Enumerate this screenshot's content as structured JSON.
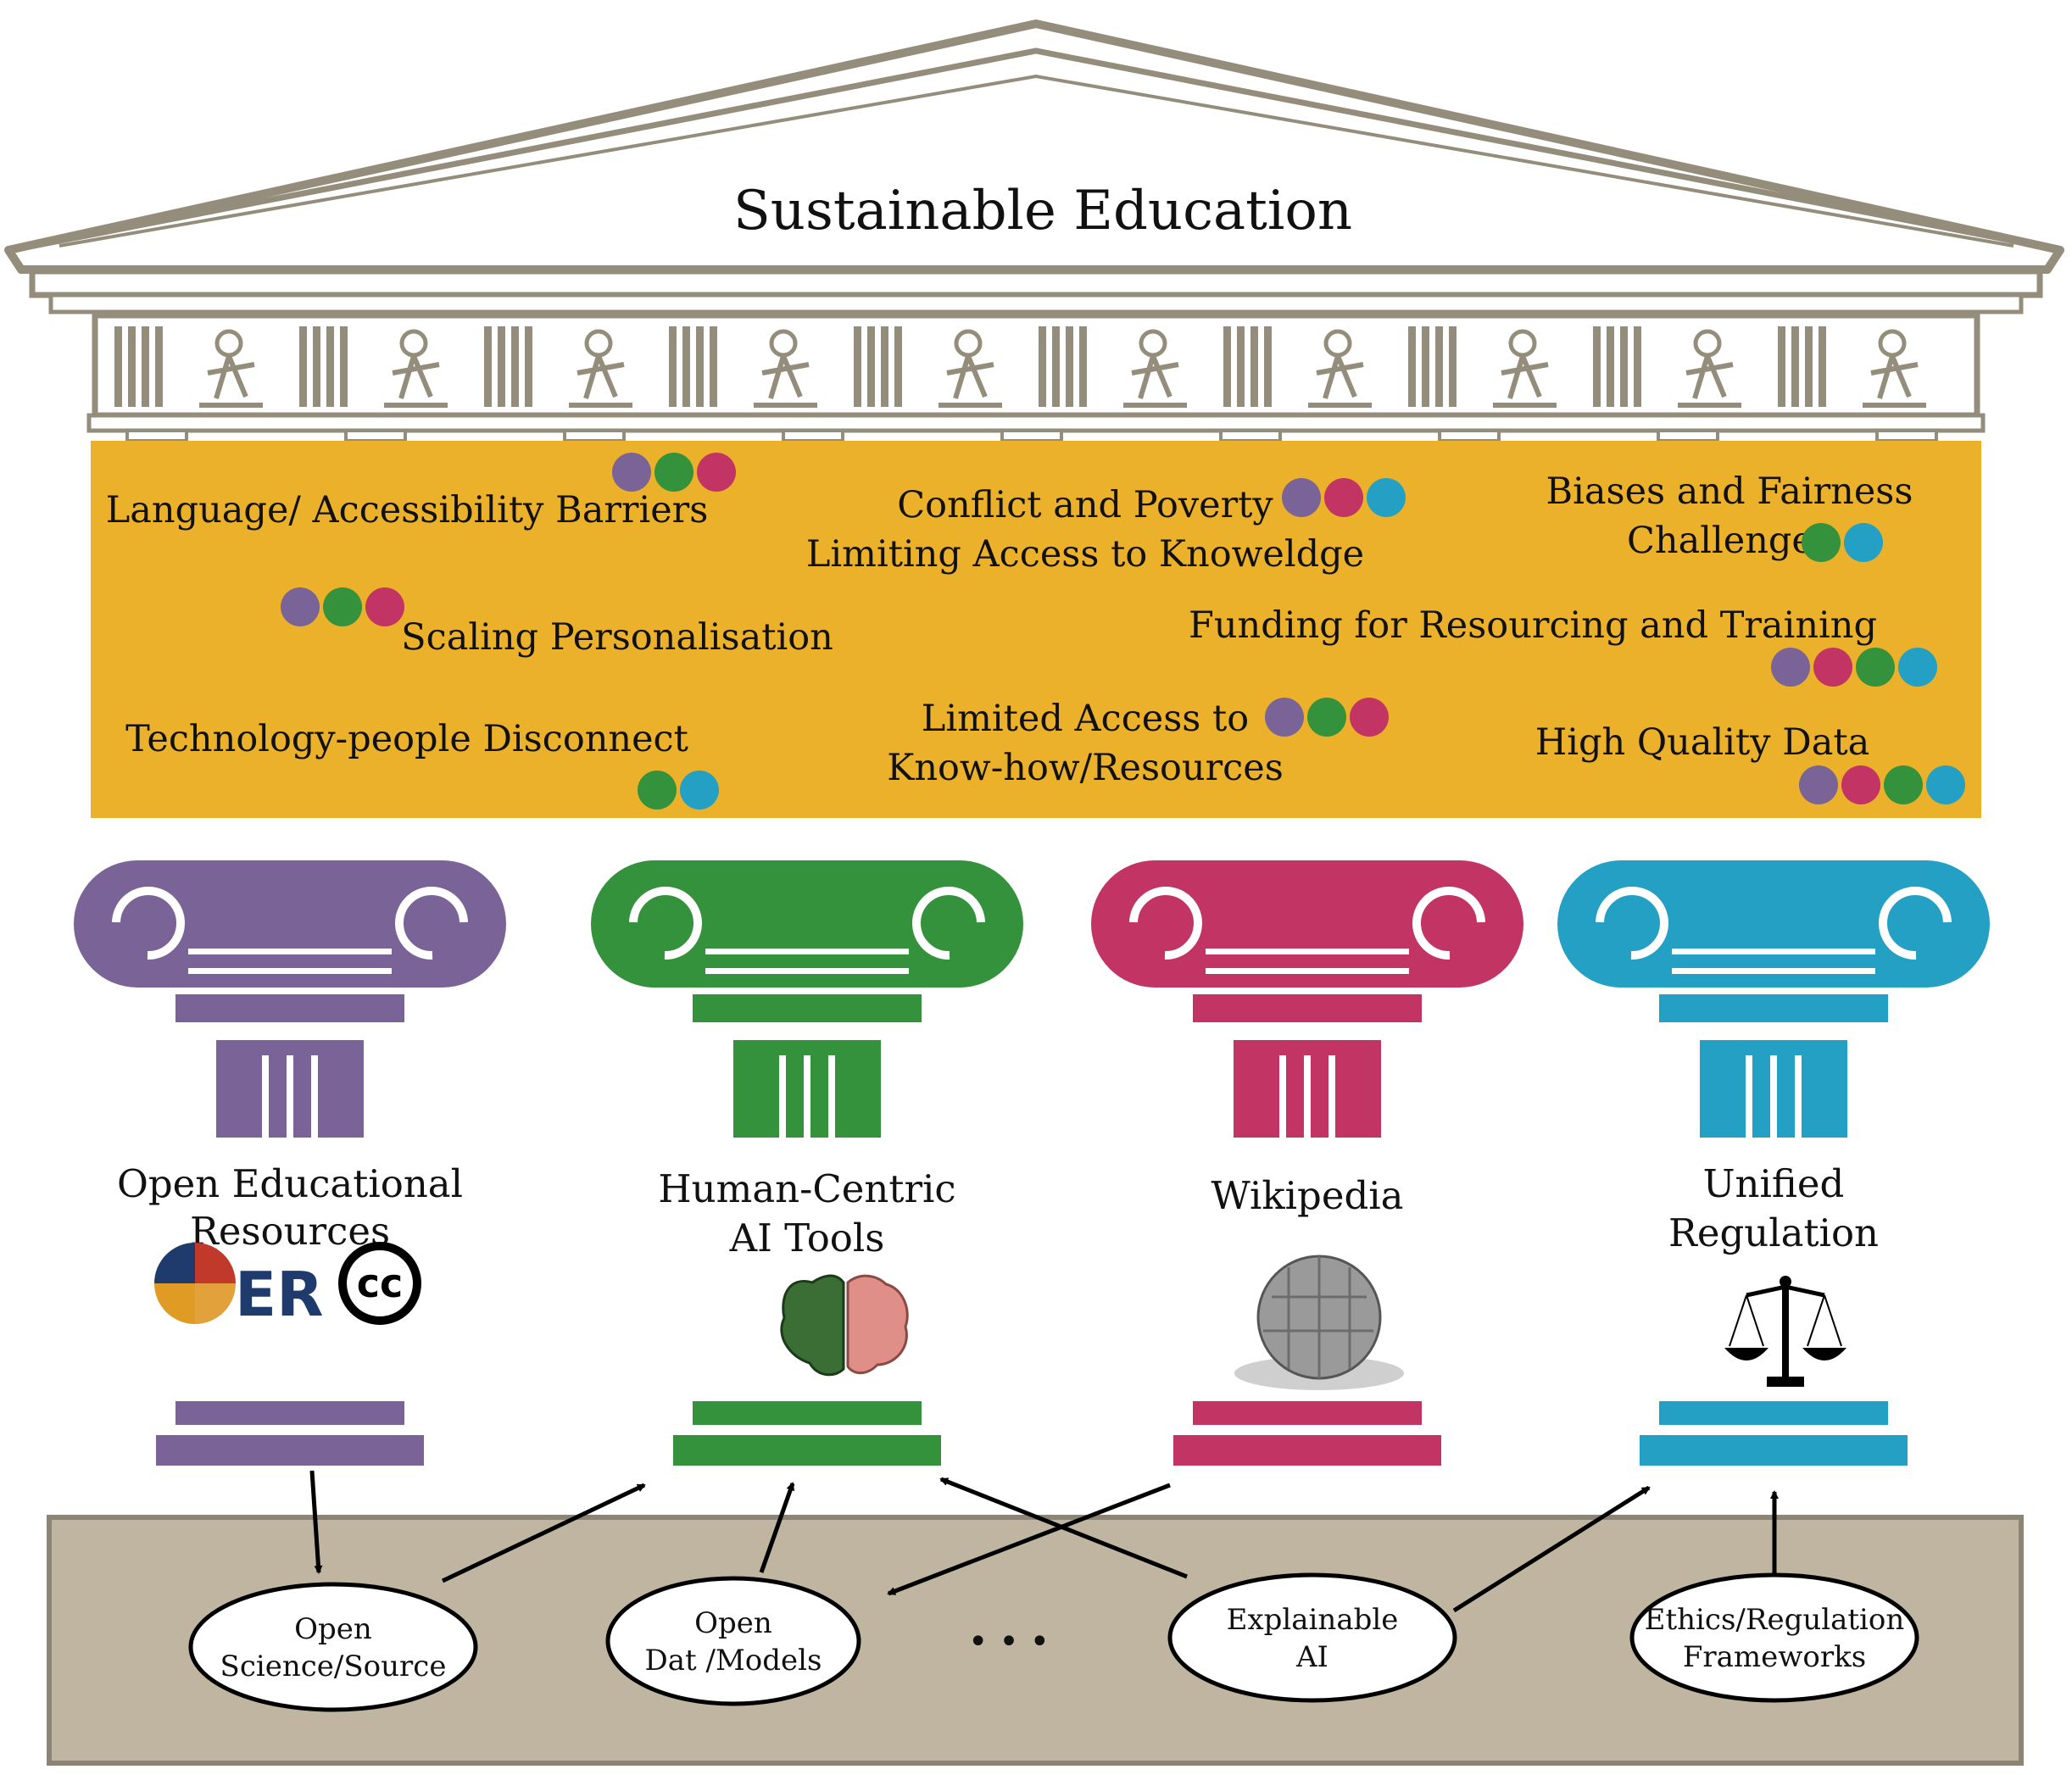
{
  "title": "Sustainable Education",
  "colors": {
    "purple": "#7a6397",
    "green": "#34913c",
    "crimson": "#c13463",
    "teal": "#23a0c3",
    "band": "#ebb12b",
    "stone": "#958d7b",
    "ground": "#bfb5a1"
  },
  "challenges": [
    {
      "lines": [
        "Language/ Accessibility Barriers"
      ],
      "dots": [
        "purple",
        "green",
        "crimson"
      ]
    },
    {
      "lines": [
        "Conflict and Poverty",
        "Limiting Access to Knoweldge"
      ],
      "dots": [
        "purple",
        "crimson",
        "teal"
      ]
    },
    {
      "lines": [
        "Biases and Fairness",
        "Challenges"
      ],
      "dots": [
        "green",
        "teal"
      ]
    },
    {
      "lines": [
        "Scaling Personalisation"
      ],
      "dots": [
        "purple",
        "green",
        "crimson"
      ]
    },
    {
      "lines": [
        "Funding for Resourcing and Training"
      ],
      "dots": [
        "purple",
        "crimson",
        "green",
        "teal"
      ]
    },
    {
      "lines": [
        "Technology-people Disconnect"
      ],
      "dots": [
        "green",
        "teal"
      ]
    },
    {
      "lines": [
        "Limited Access to",
        "Know-how/Resources"
      ],
      "dots": [
        "purple",
        "green",
        "crimson"
      ]
    },
    {
      "lines": [
        "High Quality Data"
      ],
      "dots": [
        "purple",
        "crimson",
        "green",
        "teal"
      ]
    }
  ],
  "pillars": [
    {
      "label": [
        "Open Educational",
        "Resources"
      ],
      "color": "purple",
      "icons": [
        "oer-logo-icon",
        "creative-commons-icon"
      ],
      "logo_text": [
        "ER",
        "cc"
      ]
    },
    {
      "label": [
        "Human-Centric",
        "AI Tools"
      ],
      "color": "green",
      "icons": [
        "brain-circuit-icon"
      ]
    },
    {
      "label": [
        "Wikipedia"
      ],
      "color": "crimson",
      "icons": [
        "wikipedia-globe-icon"
      ]
    },
    {
      "label": [
        "Unified",
        "Regulation"
      ],
      "color": "teal",
      "icons": [
        "scales-of-justice-icon"
      ]
    }
  ],
  "foundations": [
    {
      "lines": [
        "Open",
        "Science/Source"
      ]
    },
    {
      "lines": [
        "Open",
        "Dat  /Models"
      ]
    },
    {
      "lines": [
        "Explainable",
        "AI"
      ]
    },
    {
      "lines": [
        "Ethics/Regulation",
        "Frameworks"
      ]
    }
  ],
  "ellipsis": "• • •",
  "arrows": [
    {
      "from": "pillar-1",
      "to": "foundation-1"
    },
    {
      "from": "foundation-1",
      "to": "pillar-2"
    },
    {
      "from": "foundation-2",
      "to": "pillar-2"
    },
    {
      "from": "foundation-3",
      "to": "pillar-2"
    },
    {
      "from": "pillar-3",
      "to": "foundation-2"
    },
    {
      "from": "foundation-3",
      "to": "pillar-4"
    },
    {
      "from": "foundation-4",
      "to": "pillar-4"
    }
  ]
}
